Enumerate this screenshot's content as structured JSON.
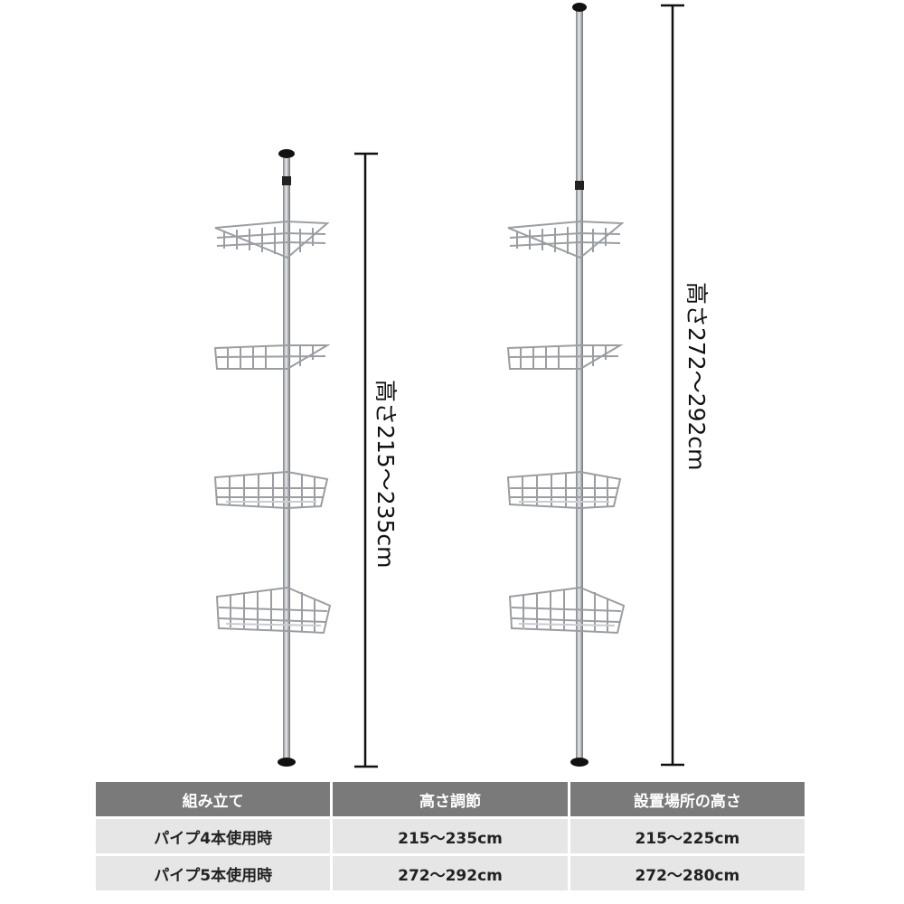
{
  "left_product": {
    "height_label": "高さ215～235cm"
  },
  "right_product": {
    "height_label": "高さ272～292cm"
  },
  "table": {
    "headers": [
      "組み立て",
      "高さ調節",
      "設置場所の高さ"
    ],
    "rows": [
      [
        "パイプ4本使用時",
        "215～235cm",
        "215～225cm"
      ],
      [
        "パイプ5本使用時",
        "272～292cm",
        "272～280cm"
      ]
    ]
  },
  "colors": {
    "pole": "#b9bcc0",
    "wire": "#9a9ea3",
    "header_bg": "#7a7a7a",
    "cell_bg": "#e6e6e6",
    "dimension_line": "#111111"
  }
}
